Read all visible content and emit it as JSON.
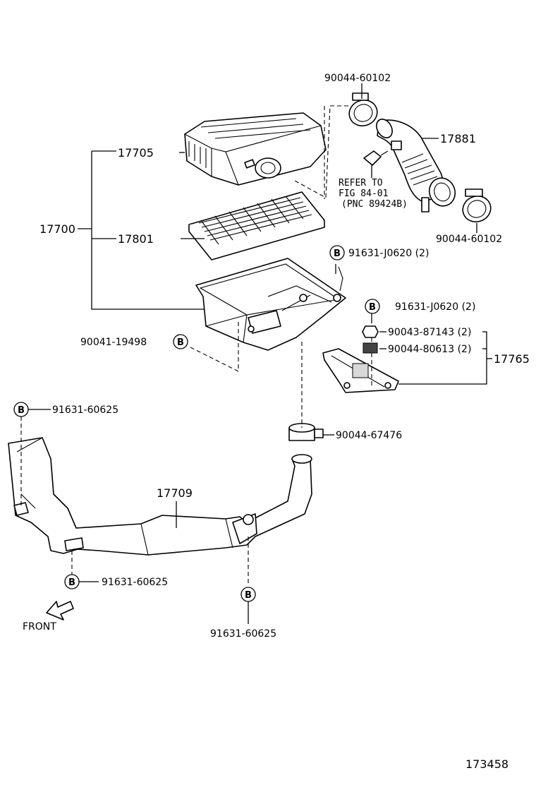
{
  "diagram": {
    "bolt_symbol": "B",
    "labels": {
      "clamp_top": "90044-60102",
      "air_cleaner_cap": "17705",
      "hose_inlet": "17881",
      "refer_line1": "REFER TO",
      "refer_line2": "FIG 84-01",
      "refer_line3": "(PNC 89424B)",
      "clamp_right": "90044-60102",
      "air_cleaner_assy": "17700",
      "filter_element": "17801",
      "bolt_case_right": "91631-J0620 (2)",
      "bolt_bracket": "91631-J0620 (2)",
      "nut_bracket": "90043-87143 (2)",
      "grommet_bracket": "90044-80613 (2)",
      "bracket": "17765",
      "clip_case": "90041-19498",
      "bolt_duct_top": "91631-60625",
      "hose_clamp": "90044-67476",
      "inlet_duct": "17709",
      "bolt_duct_bottom": "91631-60625",
      "bolt_duct_center": "91631-60625",
      "front_label": "FRONT",
      "figure_number": "173458"
    }
  }
}
